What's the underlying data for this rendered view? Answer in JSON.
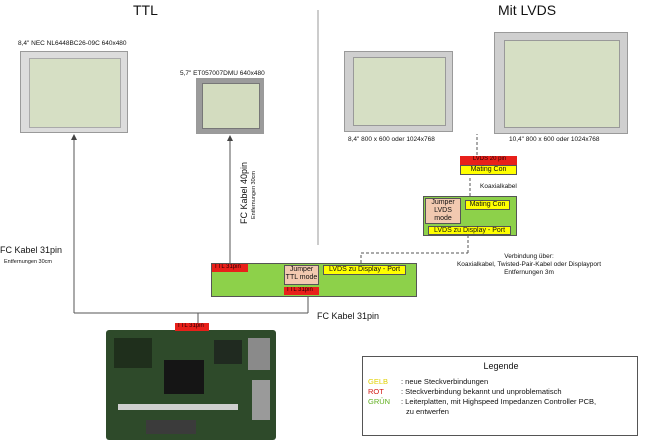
{
  "headers": {
    "left": "TTL",
    "right": "Mit LVDS"
  },
  "panels": {
    "nec": "8,4\" NEC NL6448BC26-09C  640x480",
    "et": "5,7\" ET057007DMU  640x480",
    "lvds84": "8,4\" 800 x 600 oder 1024x768",
    "lvds104": "10,4\" 800 x 600 oder 1024x768"
  },
  "cables": {
    "fc31_left": "FC Kabel 31pin",
    "fc31_left_dist": "Entfernungen 30cm",
    "fc40": "FC Kabel 40pin",
    "fc40_dist": "Entfernungen 30cm",
    "fc31_bottom": "FC Kabel 31pin",
    "koax": "Koaxialkabel",
    "verbindung": [
      "Verbindung über:",
      "Koaxialkabel, Twisted-Pair-Kabel oder Displayport",
      "Entfernungen 3m"
    ]
  },
  "adapter_board": {
    "red_top": "TTL 31pin",
    "jumper": "Jumper TTL mode",
    "port": "LVDS zu Display - Port",
    "red_bottom": "TTL 31pin"
  },
  "display_board": {
    "jumper": "Jumper LVDS mode",
    "mating": "Mating Con",
    "port": "LVDS zu Display - Port"
  },
  "lvds_conn": {
    "red": "LVDS 20 pin",
    "yellow": "Mating Con"
  },
  "pcb": {
    "red": "TTL 31pin"
  },
  "legend": {
    "title": "Legende",
    "rows": [
      {
        "key": "GELB",
        "text": ": neue Steckverbindungen",
        "color": "#e0d000"
      },
      {
        "key": "ROT",
        "text": ": Steckverbindung bekannt und unproblematisch",
        "color": "#d21a12"
      },
      {
        "key": "GRÜN",
        "text": ": Leiterplatten, mit Highspeed Impedanzen Controller PCB,",
        "color": "#5fae1e"
      }
    ],
    "row3_cont": "zu entwerfen"
  },
  "colors": {
    "green": "#8dd14a",
    "yellow": "#ffff00",
    "red": "#e8201a",
    "pink": "#f2c9b0"
  }
}
